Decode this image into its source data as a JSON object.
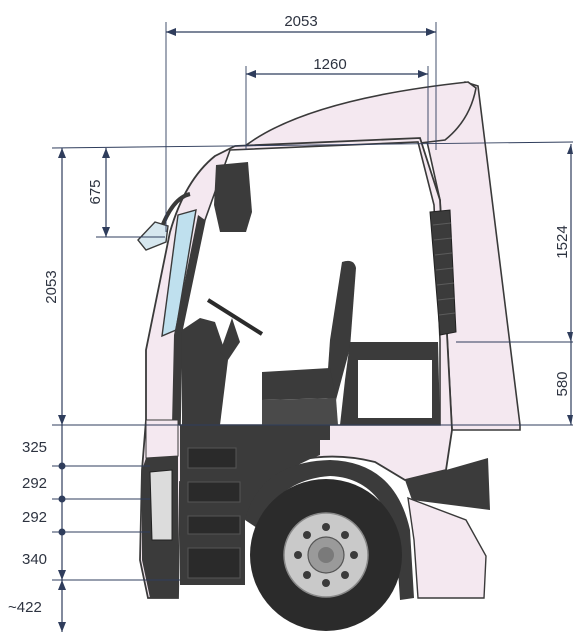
{
  "diagram": {
    "dimensions": {
      "overall_length": "2053",
      "interior_length": "1260",
      "overall_height": "2053",
      "windscreen_height": "675",
      "rear_upper_height": "1524",
      "rear_lower_height": "580",
      "step_1": "325",
      "step_2": "292",
      "step_3": "292",
      "step_4": "340",
      "ground_clearance": "~422"
    },
    "colors": {
      "cab_body": "#f4e8f0",
      "cab_outline": "#3a3a3a",
      "interior_dark": "#3b3b3b",
      "glass": "#bfe0ee",
      "dimension_line": "#2f3d5c",
      "tyre": "#2b2b2b",
      "rim": "#c9c9c9"
    }
  }
}
